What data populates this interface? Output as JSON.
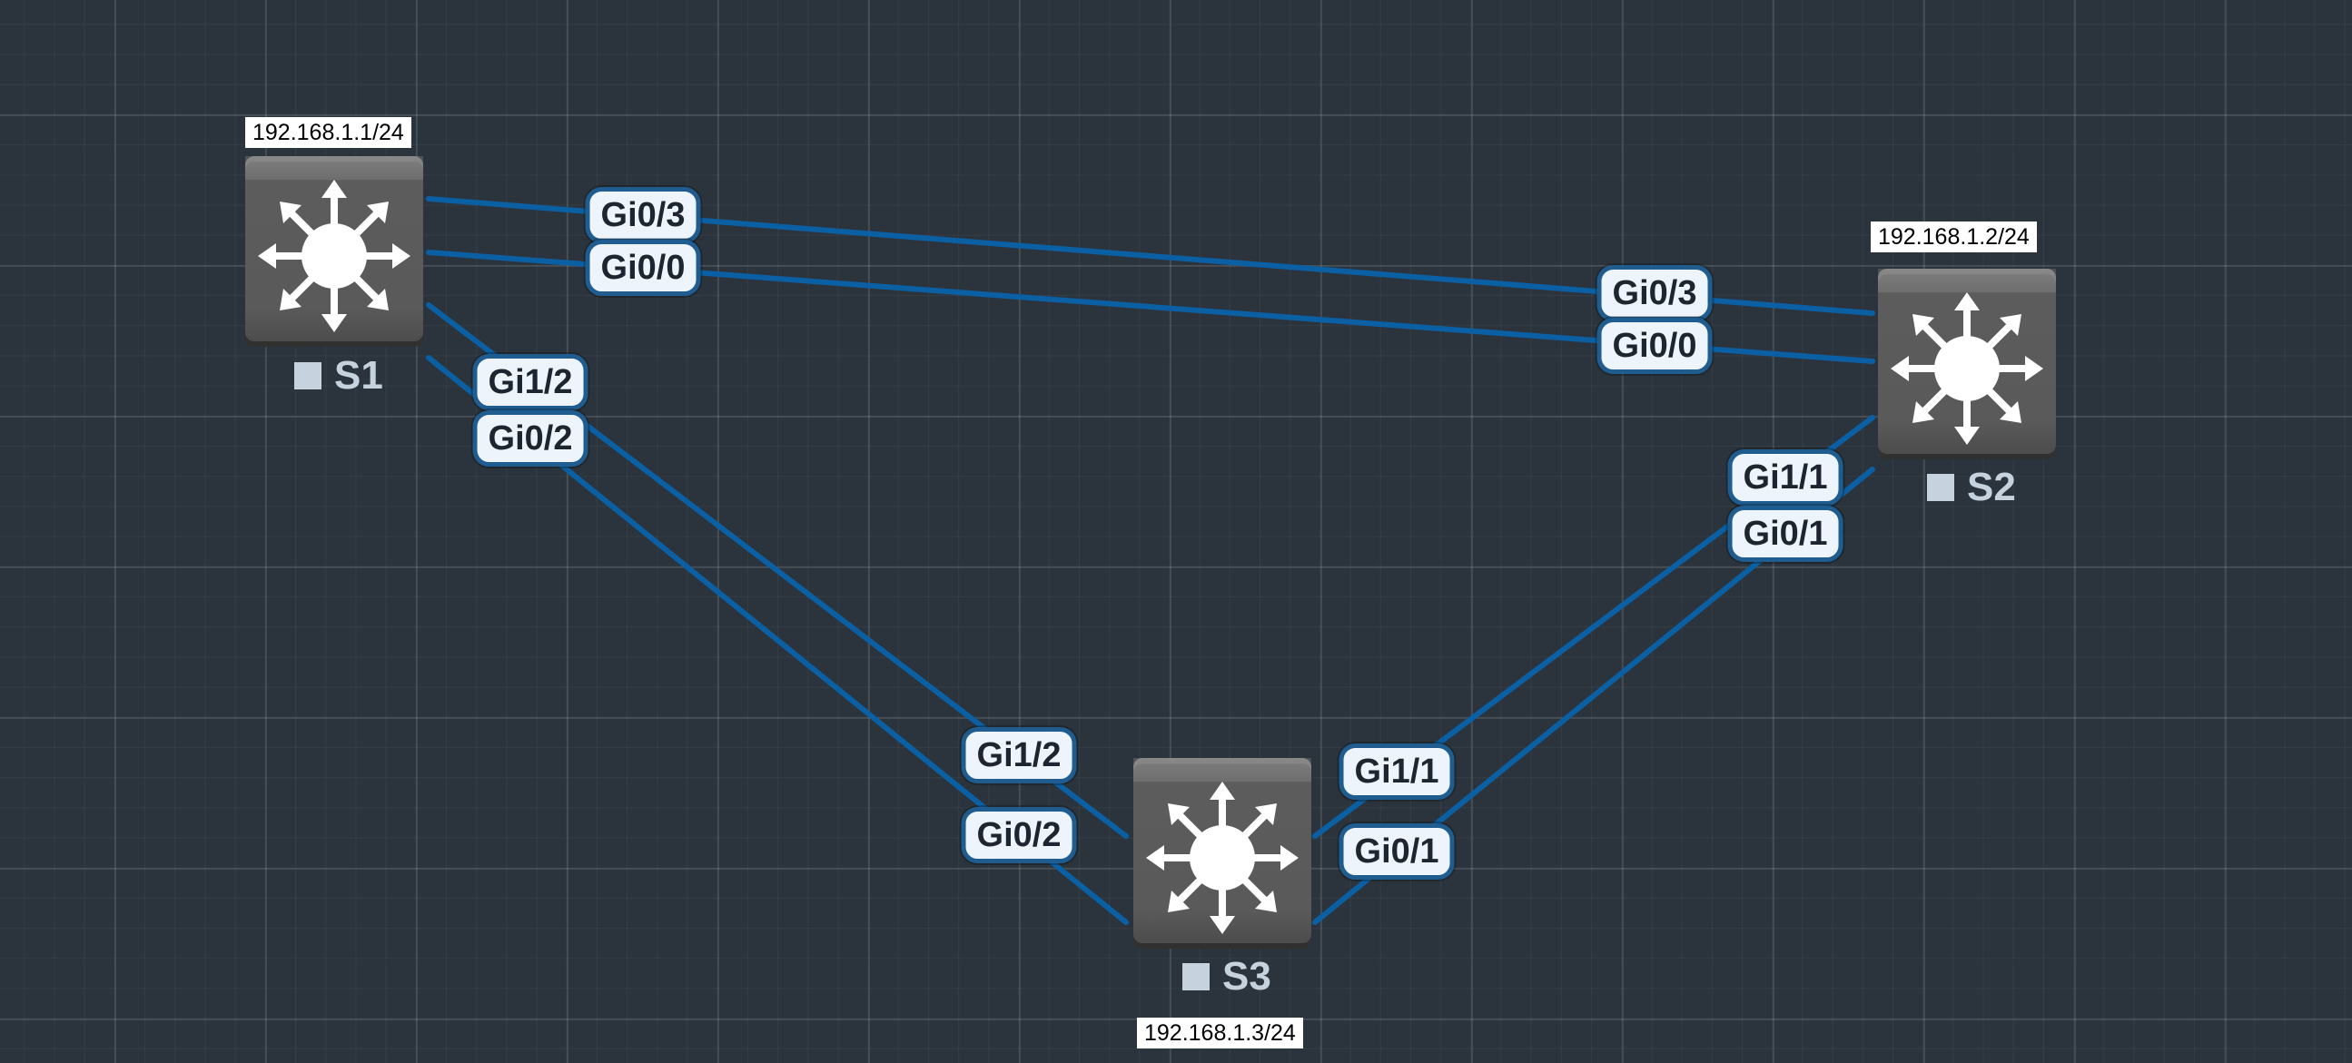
{
  "colors": {
    "link": "#0b5fa3",
    "background": "#2b343d",
    "port_border": "#1f5c8f"
  },
  "devices": [
    {
      "id": "S1",
      "name": "S1",
      "ip": "192.168.1.1/24",
      "icon": "multilayer-switch-icon"
    },
    {
      "id": "S2",
      "name": "S2",
      "ip": "192.168.1.2/24",
      "icon": "multilayer-switch-icon"
    },
    {
      "id": "S3",
      "name": "S3",
      "ip": "192.168.1.3/24",
      "icon": "multilayer-switch-icon"
    }
  ],
  "links": [
    {
      "a": "S1",
      "a_port": "Gi0/3",
      "b": "S2",
      "b_port": "Gi0/3"
    },
    {
      "a": "S1",
      "a_port": "Gi0/0",
      "b": "S2",
      "b_port": "Gi0/0"
    },
    {
      "a": "S1",
      "a_port": "Gi1/2",
      "b": "S3",
      "b_port": "Gi1/2"
    },
    {
      "a": "S1",
      "a_port": "Gi0/2",
      "b": "S3",
      "b_port": "Gi0/2"
    },
    {
      "a": "S2",
      "a_port": "Gi1/1",
      "b": "S3",
      "b_port": "Gi1/1"
    },
    {
      "a": "S2",
      "a_port": "Gi0/1",
      "b": "S3",
      "b_port": "Gi0/1"
    }
  ]
}
